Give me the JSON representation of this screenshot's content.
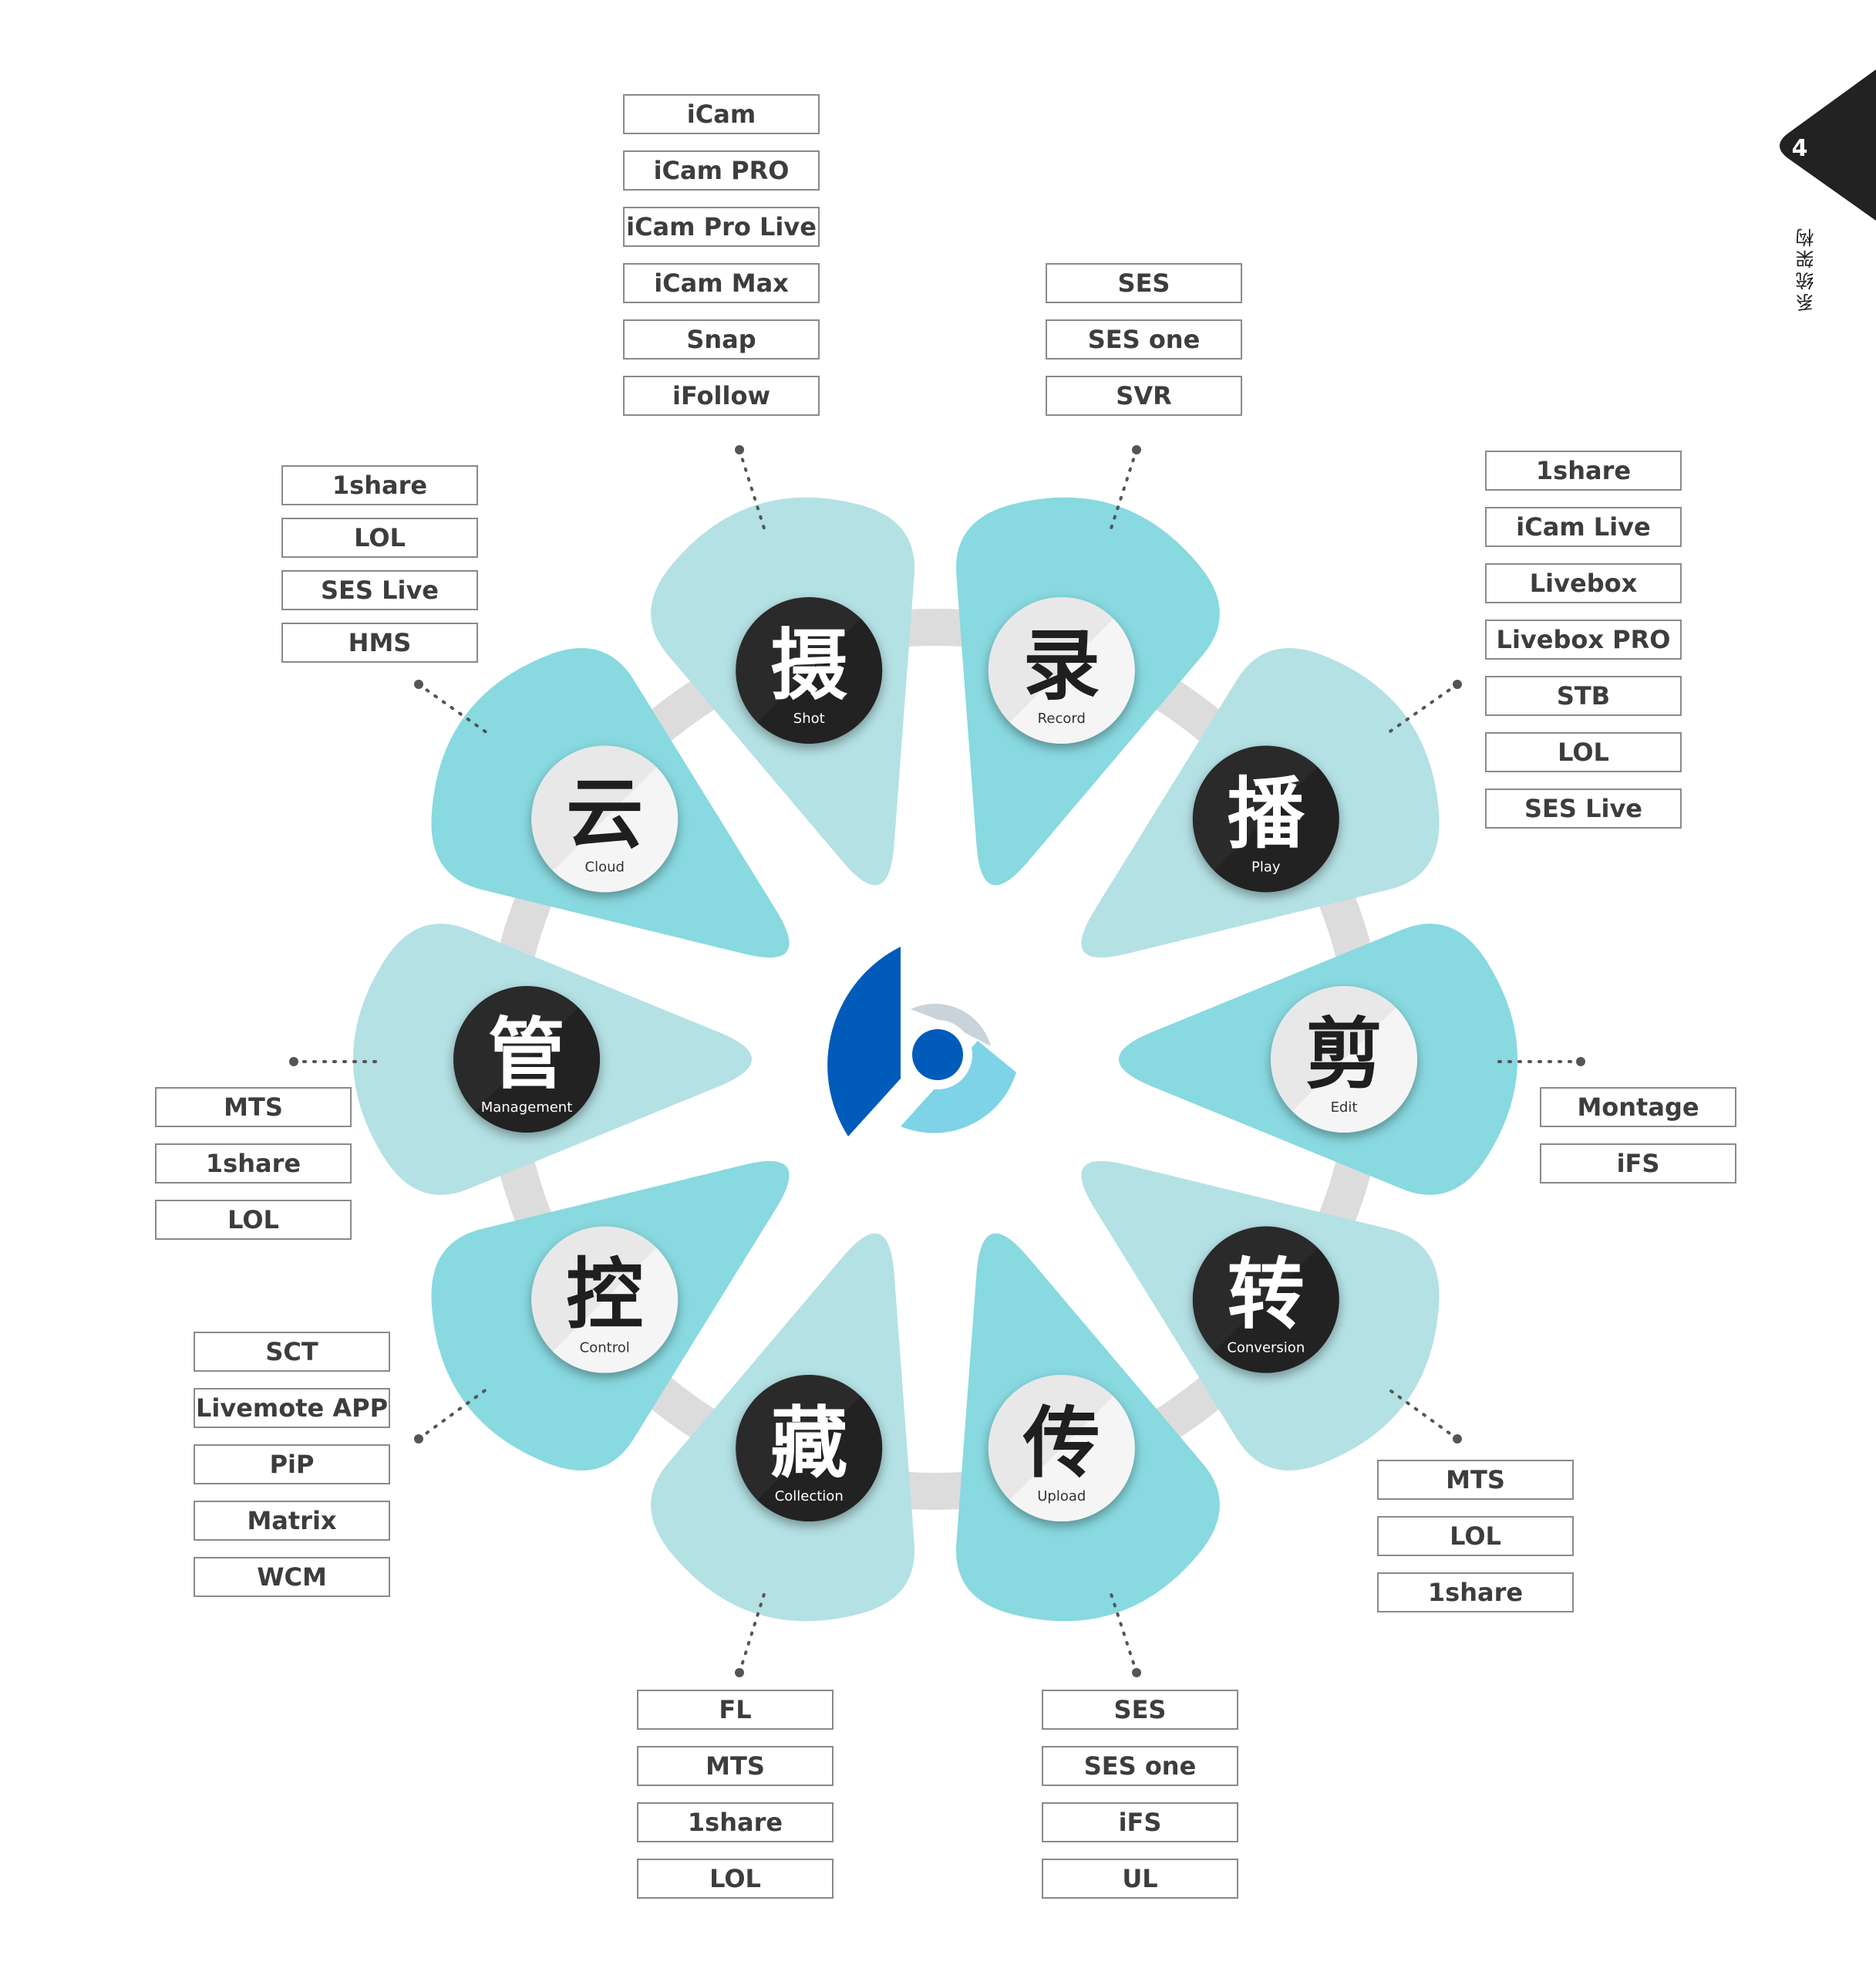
{
  "page": {
    "number": "4",
    "title": "系统架构"
  },
  "colors": {
    "petal_dark": "#88d9e0",
    "petal_light": "#b4e1e4",
    "ring": "#dcdcdc",
    "badge_dark": "#2a2a2a",
    "badge_light": "#e8e8e8",
    "logo_blue": "#005bbb",
    "logo_cyan": "#7fd3e6",
    "logo_gray": "#c9d3da",
    "dots": "#555555",
    "box_border": "#8a8a8a"
  },
  "segments": [
    {
      "char": "摄",
      "label": "Shot",
      "badge": "dark",
      "items": [
        "iCam",
        "iCam PRO",
        "iCam Pro Live",
        "iCam Max",
        "Snap",
        "iFollow"
      ]
    },
    {
      "char": "录",
      "label": "Record",
      "badge": "light",
      "items": [
        "SES",
        "SES one",
        "SVR"
      ]
    },
    {
      "char": "播",
      "label": "Play",
      "badge": "dark",
      "items": [
        "1share",
        "iCam Live",
        "Livebox",
        "Livebox PRO",
        "STB",
        "LOL",
        "SES Live"
      ]
    },
    {
      "char": "剪",
      "label": "Edit",
      "badge": "light",
      "items": [
        "Montage",
        "iFS"
      ]
    },
    {
      "char": "转",
      "label": "Conversion",
      "badge": "dark",
      "items": [
        "MTS",
        "LOL",
        "1share"
      ]
    },
    {
      "char": "传",
      "label": "Upload",
      "badge": "light",
      "items": [
        "SES",
        "SES one",
        "iFS",
        "UL"
      ]
    },
    {
      "char": "藏",
      "label": "Collection",
      "badge": "dark",
      "items": [
        "FL",
        "MTS",
        "1share",
        "LOL"
      ]
    },
    {
      "char": "控",
      "label": "Control",
      "badge": "light",
      "items": [
        "SCT",
        "Livemote APP",
        "PiP",
        "Matrix",
        "WCM"
      ]
    },
    {
      "char": "管",
      "label": "Management",
      "badge": "dark",
      "items": [
        "MTS",
        "1share",
        "LOL"
      ]
    },
    {
      "char": "云",
      "label": "Cloud",
      "badge": "light",
      "items": [
        "1share",
        "LOL",
        "SES Live",
        "HMS"
      ]
    }
  ]
}
